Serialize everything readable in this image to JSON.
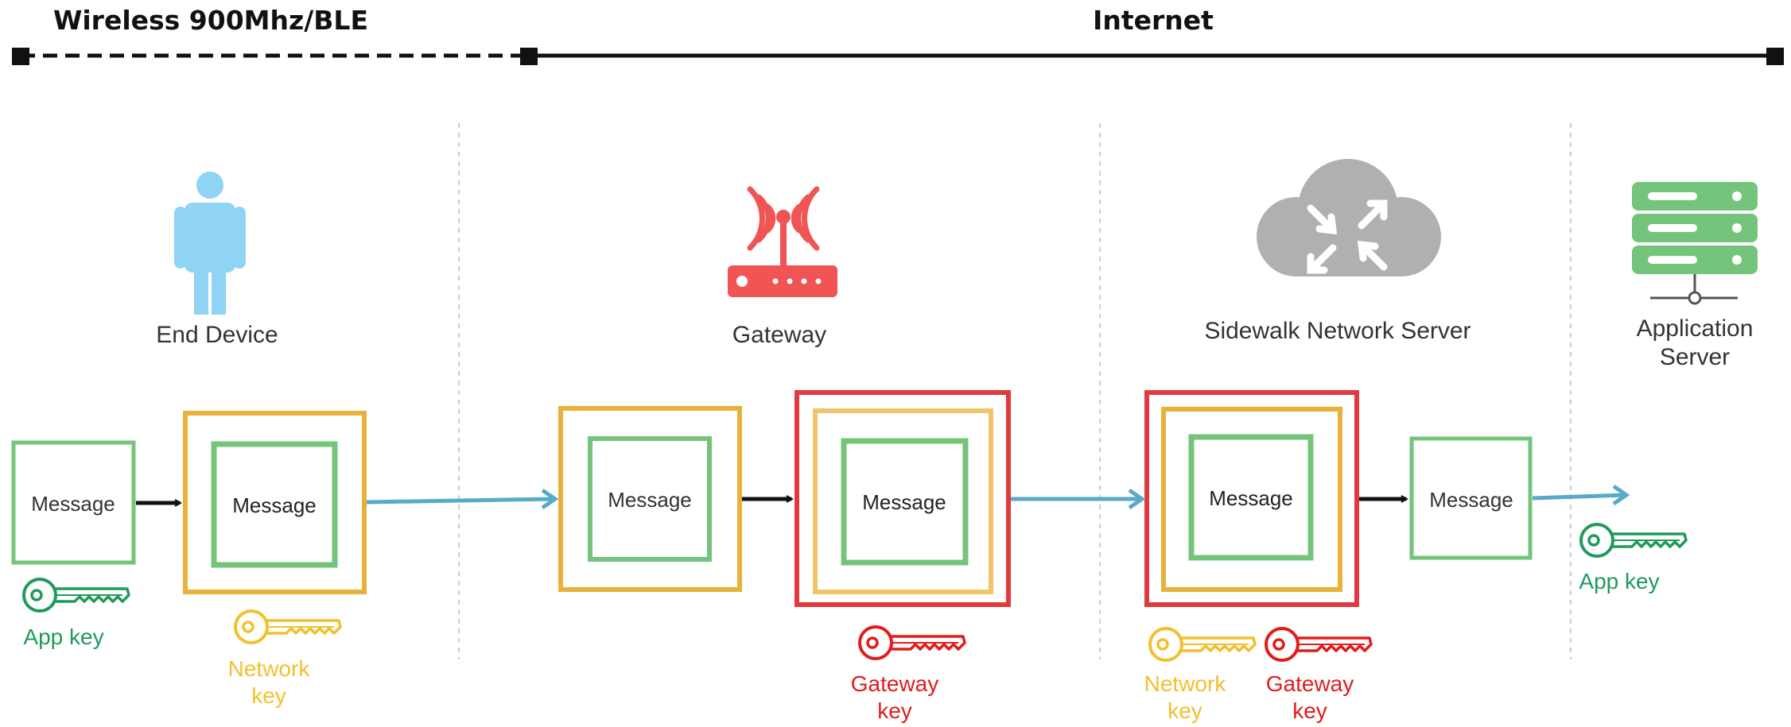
{
  "header": {
    "wireless_label": "Wireless 900Mhz/BLE",
    "internet_label": "Internet"
  },
  "nodes": {
    "end_device": "End Device",
    "gateway": "Gateway",
    "network_server": "Sidewalk Network Server",
    "app_server_line1": "Application",
    "app_server_line2": "Server"
  },
  "message_text": "Message",
  "keys": {
    "app_key": "App key",
    "network_key_line1": "Network",
    "network_key_line2": "key",
    "gateway_key_line1": "Gateway",
    "gateway_key_line2": "key"
  },
  "colors": {
    "app_green": "#74c47b",
    "app_text_green": "#1f9a5b",
    "network_orange": "#e8b23a",
    "network_text": "#f2c02e",
    "gateway_red": "#e0393e",
    "gateway_text": "#e21b1b",
    "arrow_blue": "#58aac8",
    "person_blue": "#8fd3f5",
    "cloud_gray": "#b0b0b0",
    "divider_gray": "#cccccc"
  },
  "icons": [
    "person-icon",
    "router-icon",
    "cloud-icon",
    "server-icon",
    "key-icon",
    "arrow-icon"
  ]
}
